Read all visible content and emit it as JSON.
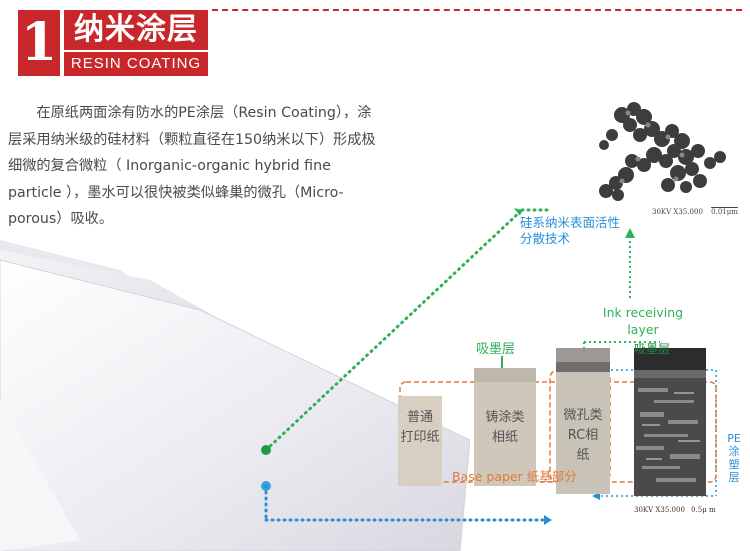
{
  "header": {
    "number": "1",
    "title_cn": "纳米涂层",
    "title_en": "RESIN COATING"
  },
  "intro_lines": [
    "　　在原纸两面涂有防水的PE涂层（Resin Coating），涂",
    "层采用纳米级的硅材料（颗粒直径在150纳米以下）形成极",
    "细微的复合微粒（ Inorganic-organic hybrid fine",
    "particle ），墨水可以很快被类似蜂巢的微孔（Micro-",
    "porous）吸收。"
  ],
  "diagram": {
    "silica_label_lines": [
      "硅系纳米表面活性",
      "分散技术"
    ],
    "sem_top_scale": "30KV X35.000",
    "sem_top_bar": "0.01μm",
    "ink_label_lines": [
      "Ink receiving",
      "layer"
    ],
    "absorb_label_left": "吸墨层",
    "absorb_label_right": "吸墨层",
    "columns": [
      {
        "lines": [
          "普通",
          "打印纸"
        ]
      },
      {
        "lines": [
          "铸涂类",
          "相纸"
        ]
      },
      {
        "lines": [
          "微孔类",
          "RC相",
          "纸"
        ]
      }
    ],
    "base_label": "Base paper  纸基部分",
    "pe_label": "PE涂塑层",
    "sem_bottom_scale": "30KV X35.000",
    "sem_bottom_bar": "0.5μ m"
  },
  "colors": {
    "brand_red": "#c8282b",
    "green": "#2db256",
    "blue": "#2a8fd6",
    "orange": "#e07a3a"
  }
}
